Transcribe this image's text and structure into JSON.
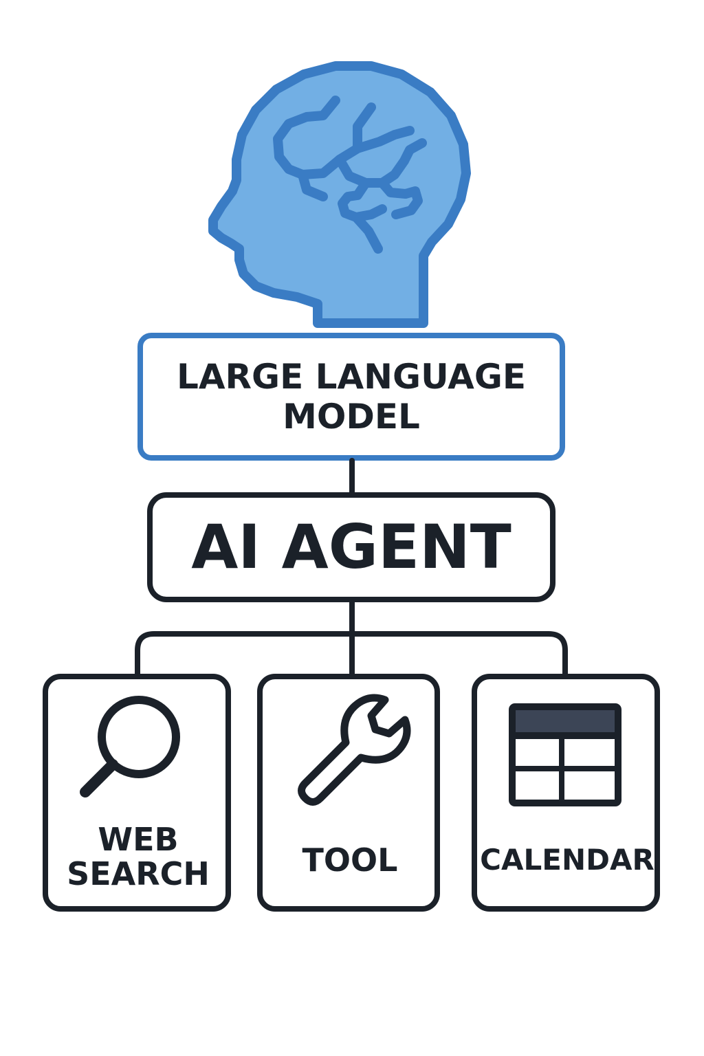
{
  "llm": {
    "label_line1": "LARGE LANGUAGE",
    "label_line2": "MODEL",
    "icon": "brain-head-icon"
  },
  "agent": {
    "label": "AI AGENT"
  },
  "tools": [
    {
      "label_line1": "WEB",
      "label_line2": "SEARCH",
      "icon": "search-icon"
    },
    {
      "label": "TOOL",
      "icon": "wrench-icon"
    },
    {
      "label": "CALENDAR",
      "icon": "calendar-icon"
    }
  ],
  "colors": {
    "accent_blue": "#3a7cc4",
    "head_fill": "#72afe4",
    "ink": "#1b2129",
    "calendar_header": "#3c4556",
    "background": "#ffffff"
  }
}
